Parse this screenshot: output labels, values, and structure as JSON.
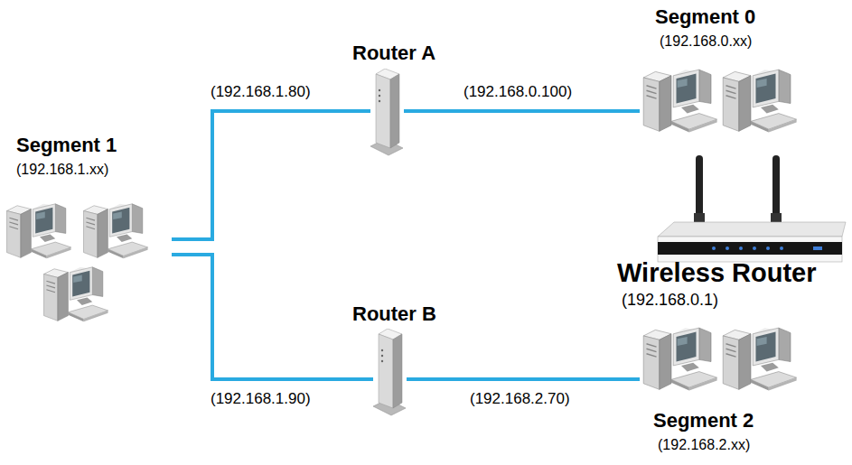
{
  "diagram": {
    "nodes": [
      {
        "text": [
          "Segment 1",
          "(192.168.1.xx)"
        ]
      },
      {
        "text": [
          "Router A"
        ]
      },
      {
        "text": [
          "Segment 0",
          "(192.168.0.xx)"
        ]
      },
      {
        "text": [
          "Wireless Router",
          "(192.168.0.1)"
        ]
      },
      {
        "text": [
          "Router B"
        ]
      },
      {
        "text": [
          "Segment 2",
          "(192.168.2.xx)"
        ]
      }
    ],
    "edges": [
      {
        "from": 0,
        "to": 1,
        "arrow": "none",
        "label": "(192.168.1.80)"
      },
      {
        "from": 1,
        "to": 2,
        "arrow": "none",
        "label": "(192.168.0.100)"
      },
      {
        "from": 0,
        "to": 4,
        "arrow": "none",
        "label": "(192.168.1.90)"
      },
      {
        "from": 4,
        "to": 5,
        "arrow": "none",
        "label": "(192.168.2.70)"
      }
    ]
  }
}
